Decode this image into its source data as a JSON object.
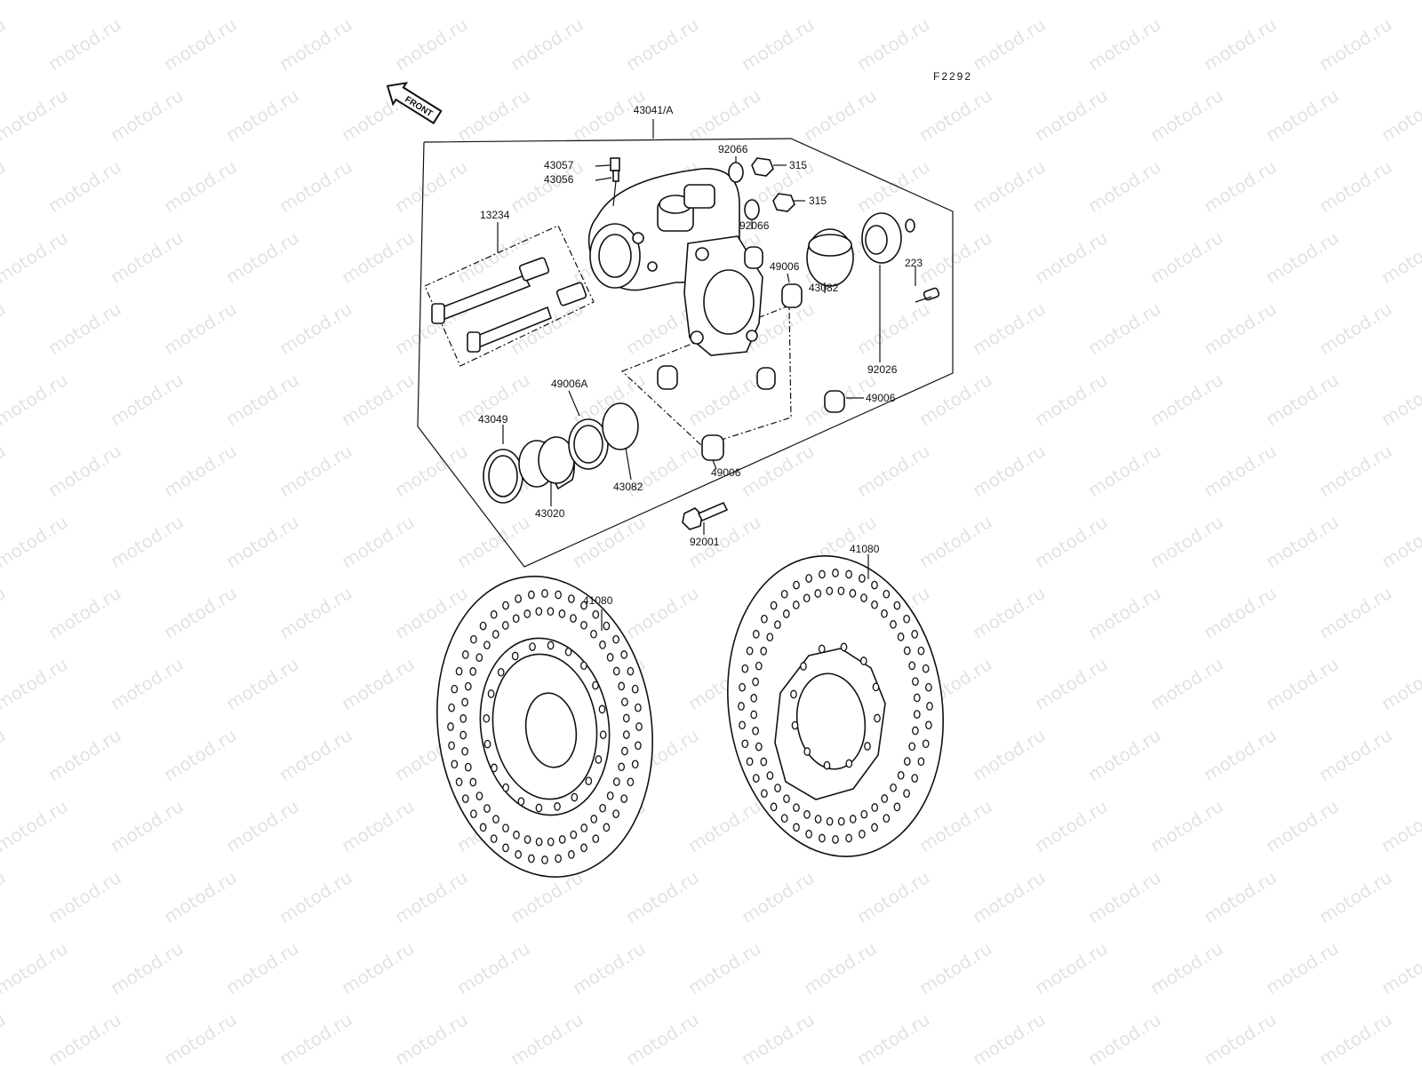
{
  "figure_code": "F2292",
  "front_label": "FRONT",
  "watermark_text": "motod.ru",
  "parts": {
    "assembly": "43041/A",
    "bleeder_cap": "43057",
    "bleeder_valve": "43056",
    "pad_pins": "13234",
    "washer_upper": "92066",
    "nut_upper": "315",
    "nut_lower": "315",
    "washer_lower": "92066",
    "boot_top": "49006",
    "cap_right": "43082",
    "screws": "223",
    "cover_right": "92026",
    "boot_right": "49006",
    "seal_left": "49006A",
    "piston_seal": "43049",
    "piston": "43020",
    "cap_left": "43082",
    "boot_bottom": "49006",
    "mount_bolt": "92001",
    "disc_right": "41080",
    "disc_left": "41080"
  }
}
